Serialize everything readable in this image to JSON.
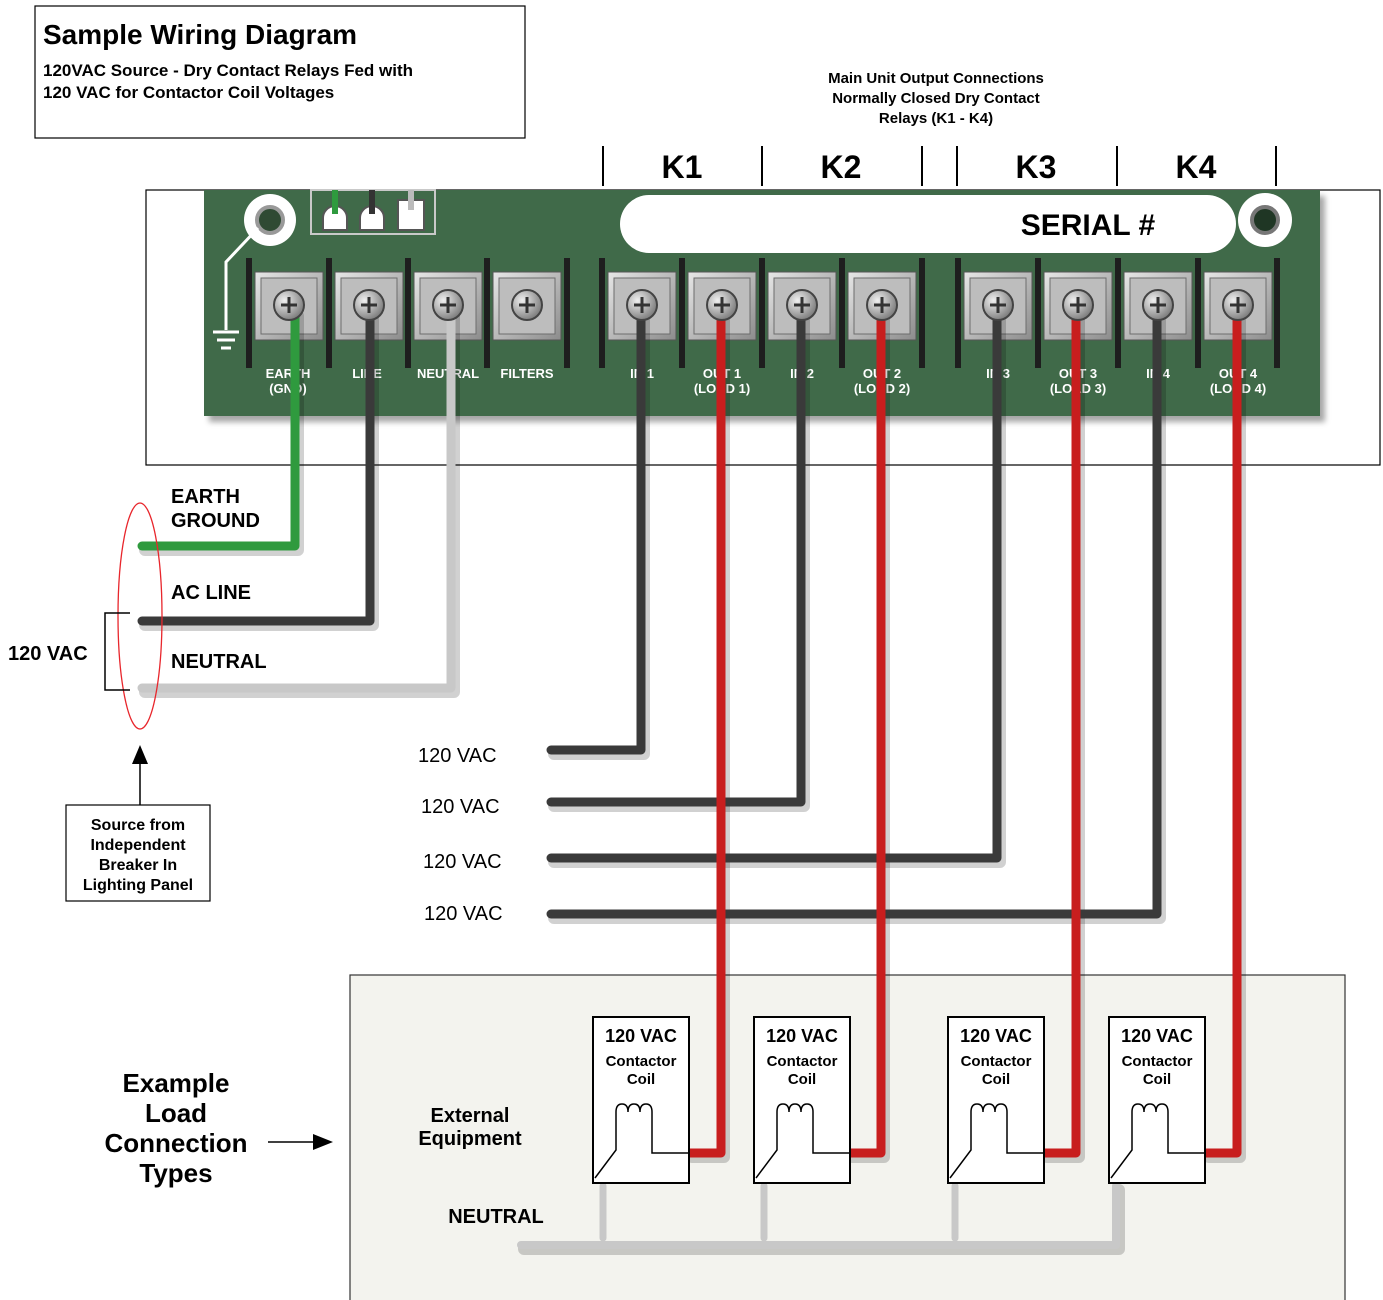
{
  "title": {
    "heading": "Sample Wiring Diagram",
    "sub_line1": "120VAC Source - Dry Contact Relays Fed with",
    "sub_line2": "120 VAC for Contactor Coil Voltages"
  },
  "output_header": {
    "line1": "Main Unit Output Connections",
    "line2": "Normally Closed Dry Contact",
    "line3": "Relays (K1 - K4)"
  },
  "relays": [
    "K1",
    "K2",
    "K3",
    "K4"
  ],
  "serial_label": "SERIAL #",
  "terminals": {
    "earth_l1": "EARTH",
    "earth_l2": "(GND)",
    "line": "LINE",
    "neutral": "NEUTRAL",
    "filters": "FILTERS",
    "in1": "IN 1",
    "out1_l1": "OUT 1",
    "out1_l2": "(LOAD 1)",
    "in2": "IN 2",
    "out2_l1": "OUT 2",
    "out2_l2": "(LOAD 2)",
    "in3": "IN 3",
    "out3_l1": "OUT 3",
    "out3_l2": "(LOAD 3)",
    "in4": "IN 4",
    "out4_l1": "OUT 4",
    "out4_l2": "(LOAD 4)"
  },
  "source_wires": {
    "earth_l1": "EARTH",
    "earth_l2": "GROUND",
    "line": "AC LINE",
    "neutral": "NEUTRAL",
    "voltage": "120 VAC"
  },
  "source_note": {
    "l1": "Source from",
    "l2": "Independent",
    "l3": "Breaker In",
    "l4": "Lighting Panel"
  },
  "input_feeds": [
    "120 VAC",
    "120 VAC",
    "120 VAC",
    "120 VAC"
  ],
  "example": {
    "l1": "Example",
    "l2": "Load",
    "l3": "Connection",
    "l4": "Types"
  },
  "external_equipment": {
    "l1": "External",
    "l2": "Equipment"
  },
  "load_neutral": "NEUTRAL",
  "coils": [
    {
      "voltage": "120 VAC",
      "l1": "Contactor",
      "l2": "Coil"
    },
    {
      "voltage": "120 VAC",
      "l1": "Contactor",
      "l2": "Coil"
    },
    {
      "voltage": "120 VAC",
      "l1": "Contactor",
      "l2": "Coil"
    },
    {
      "voltage": "120 VAC",
      "l1": "Contactor",
      "l2": "Coil"
    }
  ],
  "colors": {
    "board": "#3f6b48",
    "earth_wire": "#2f9a3e",
    "line_wire": "#3a3a3a",
    "neutral_wire": "#c8c8c8",
    "load_wire": "#c81e1e",
    "equipment_bg": "#f3f3ee",
    "source_oval": "#e8262c"
  }
}
